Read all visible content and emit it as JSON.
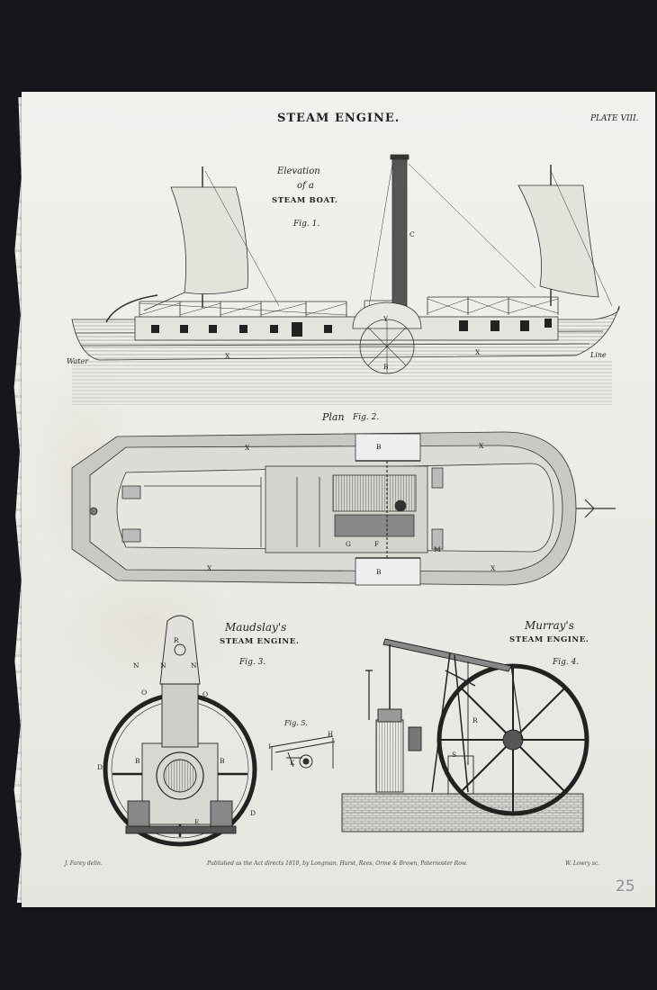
{
  "plate": {
    "title": "STEAM ENGINE.",
    "number": "PLATE VIII."
  },
  "fig1": {
    "caption_line1": "Elevation",
    "caption_line2": "of a",
    "caption_line3": "STEAM BOAT.",
    "fig_label": "Fig. 1.",
    "water": "Water",
    "line": "Line",
    "labels": [
      "C",
      "Y",
      "X",
      "B",
      "X"
    ]
  },
  "fig2": {
    "caption": "Plan",
    "fig_label": "Fig. 2.",
    "labels": [
      "X",
      "X",
      "X",
      "X",
      "B",
      "B",
      "M",
      "G",
      "F"
    ]
  },
  "fig3": {
    "caption_line1": "Maudslay's",
    "caption_line2": "STEAM ENGINE.",
    "fig_label": "Fig. 3."
  },
  "fig4": {
    "caption_line1": "Murray's",
    "caption_line2": "STEAM ENGINE.",
    "fig_label": "Fig. 4."
  },
  "fig5": {
    "fig_label": "Fig. 5."
  },
  "footer": {
    "left": "J. Farey delin.",
    "center": "Published as the Act directs 1810, by Longman, Hurst, Rees, Orme & Brown, Paternoster Row.",
    "right": "W. Lowry sc."
  },
  "handwritten": "25"
}
